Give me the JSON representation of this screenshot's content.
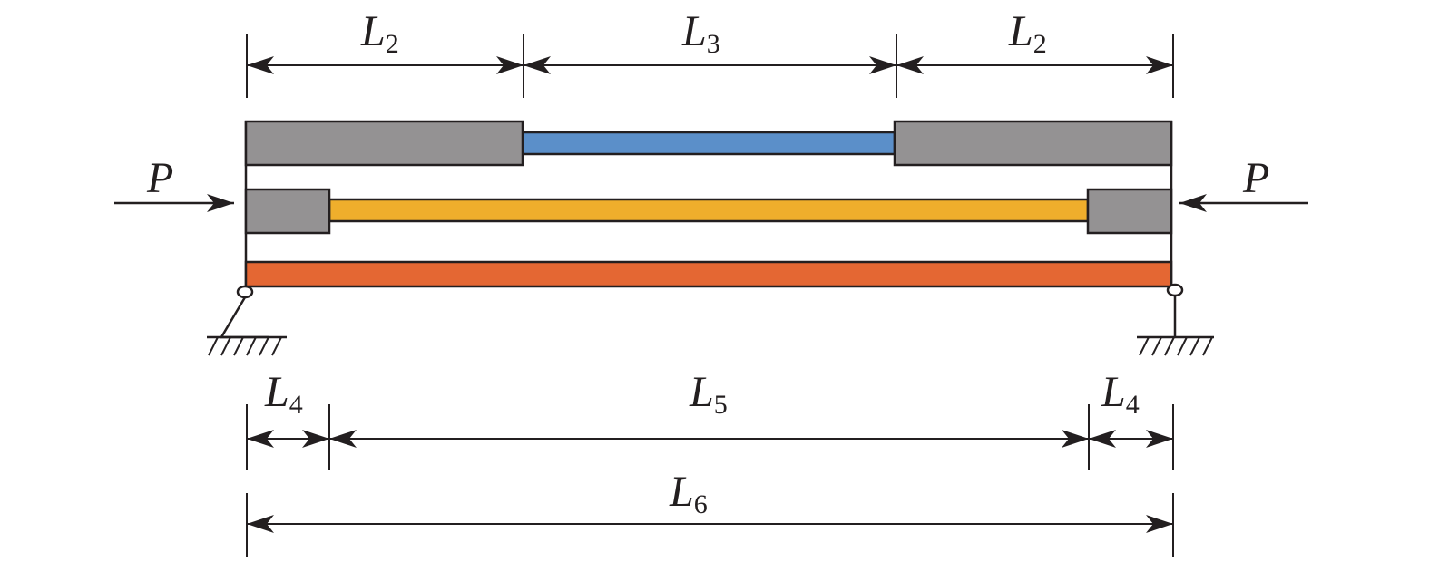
{
  "dimensions": {
    "top_left": {
      "letter": "L",
      "sub": "2"
    },
    "top_middle": {
      "letter": "L",
      "sub": "3"
    },
    "top_right": {
      "letter": "L",
      "sub": "2"
    },
    "bottom_left": {
      "letter": "L",
      "sub": "4"
    },
    "bottom_middle": {
      "letter": "L",
      "sub": "5"
    },
    "bottom_right": {
      "letter": "L",
      "sub": "4"
    },
    "overall": {
      "letter": "L",
      "sub": "6"
    }
  },
  "loads": {
    "left": "P",
    "right": "P"
  },
  "colors": {
    "grip_gray": "#949293",
    "blue_member": "#5b8fc9",
    "yellow_member": "#efae2c",
    "orange_member": "#e46733",
    "ink": "#231f20"
  }
}
